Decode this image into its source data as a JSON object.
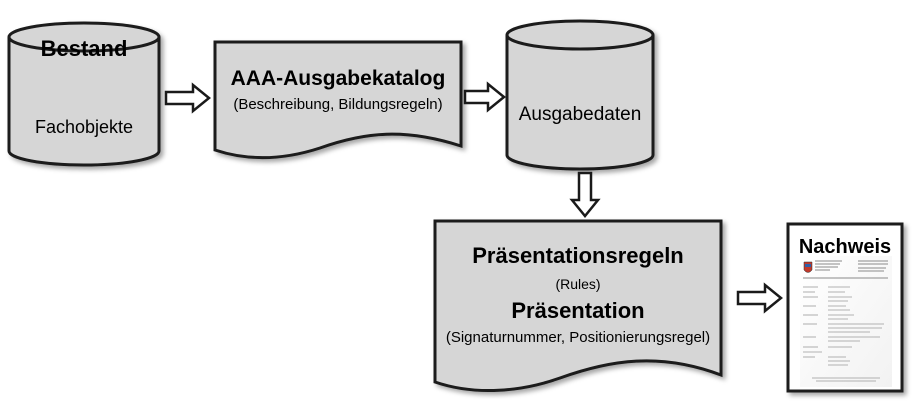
{
  "nodes": {
    "bestand": {
      "title": "Bestand",
      "subtitle": "Fachobjekte"
    },
    "katalog": {
      "title": "AAA-Ausgabekatalog",
      "subtitle": "(Beschreibung, Bildungsregeln)"
    },
    "ausgabedaten": {
      "title": "Ausgabedaten"
    },
    "praesentation": {
      "title1": "Präsentationsregeln",
      "sub1": "(Rules)",
      "title2": "Präsentation",
      "sub2": "(Signaturnummer, Positionierungsregel)"
    },
    "nachweis": {
      "title": "Nachweis"
    }
  },
  "colors": {
    "shape_fill": "#d6d6d6",
    "stroke": "#1a1a1a",
    "background": "#ffffff"
  }
}
